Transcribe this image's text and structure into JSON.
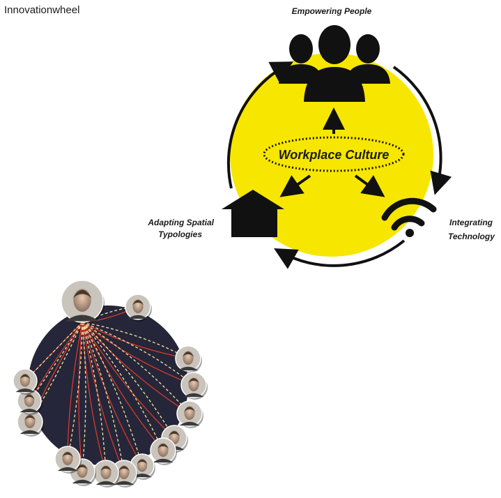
{
  "page_title": "Innovationwheel",
  "wheel": {
    "center_label": "Workplace Culture",
    "top_label": "Empowering People",
    "left_label_line1": "Adapting Spatial",
    "left_label_line2": "Typologies",
    "right_label_line1": "Integrating",
    "right_label_line2": "Technology",
    "accent_color": "#f7e600"
  },
  "network": {
    "background_color": "#26263a",
    "line_colors": [
      "#d63a2c",
      "#f0e6a0"
    ]
  }
}
